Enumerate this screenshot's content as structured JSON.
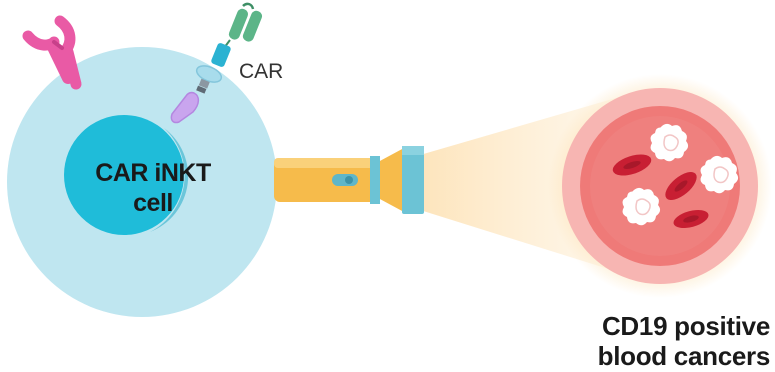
{
  "labels": {
    "cell": [
      "CAR iNKT",
      "cell"
    ],
    "receptor": "CAR",
    "target": [
      "CD19 positive",
      "blood cancers"
    ]
  },
  "colors": {
    "cell_outer": "#bfe6f0",
    "cell_nucleus": "#1fbcd9",
    "tcr_receptor": "#e95aa5",
    "car_scfv": "#5cb588",
    "car_hinge": "#2bb2d2",
    "car_transmembrane": "#a8dcec",
    "car_signaling": "#c9a5ee",
    "flashlight_body": "#f6bb4b",
    "flashlight_ring": "#6cc3d5",
    "light_beam": "#fde6c0",
    "target_ring": "#f7b5b2",
    "target_circle": "#ef7a78",
    "red_blood_cell": "#c81f33",
    "cancer_cell": "#ffffff"
  },
  "icons": [
    "tcr-receptor-icon",
    "car-receptor-icon",
    "flashlight-icon",
    "red-blood-cell-icon",
    "cancer-cell-icon"
  ]
}
